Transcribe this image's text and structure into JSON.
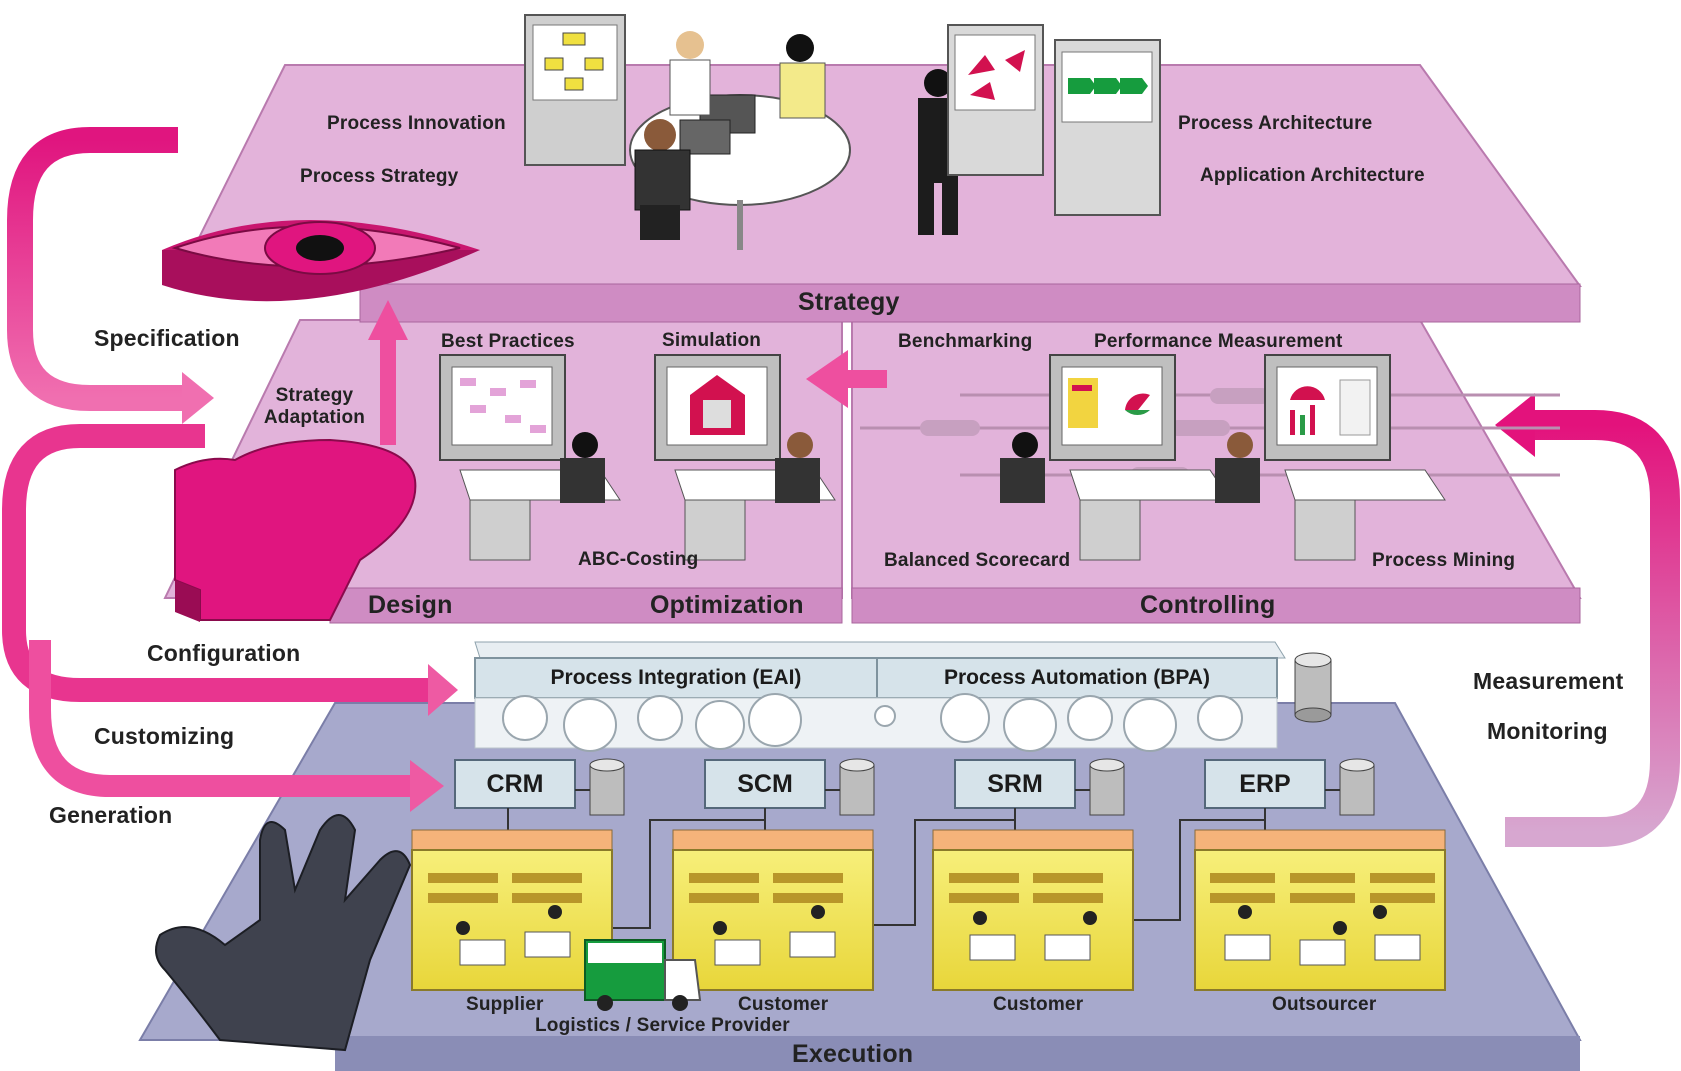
{
  "layers": {
    "strategy": "Strategy",
    "design": "Design",
    "optimization": "Optimization",
    "controlling": "Controlling",
    "execution": "Execution"
  },
  "strategy_labels": {
    "process_innovation": "Process Innovation",
    "process_strategy": "Process Strategy",
    "process_architecture": "Process Architecture",
    "application_architecture": "Application Architecture"
  },
  "design_labels": {
    "best_practices": "Best Practices",
    "simulation": "Simulation",
    "strategy_adaptation_line1": "Strategy",
    "strategy_adaptation_line2": "Adaptation",
    "abc_costing": "ABC-Costing"
  },
  "controlling_labels": {
    "benchmarking": "Benchmarking",
    "performance_measurement": "Performance Measurement",
    "balanced_scorecard": "Balanced Scorecard",
    "process_mining": "Process Mining"
  },
  "left_flow": {
    "specification": "Specification",
    "configuration": "Configuration",
    "customizing": "Customizing",
    "generation": "Generation"
  },
  "right_flow": {
    "measurement": "Measurement",
    "monitoring": "Monitoring"
  },
  "integration": {
    "eai": "Process Integration (EAI)",
    "bpa": "Process Automation (BPA)"
  },
  "systems": [
    "CRM",
    "SCM",
    "SRM",
    "ERP"
  ],
  "partners": {
    "supplier": "Supplier",
    "customer1": "Customer",
    "logistics": "Logistics / Service Provider",
    "customer2": "Customer",
    "outsourcer": "Outsourcer"
  },
  "colors": {
    "platform_pink": "#e3b0d6",
    "platform_edge": "#c77db8",
    "accent_magenta": "#e6127e",
    "execution_blue": "#a3a5c8",
    "integration_bar": "#d6e3ea",
    "office_yellow": "#f2e85a"
  }
}
